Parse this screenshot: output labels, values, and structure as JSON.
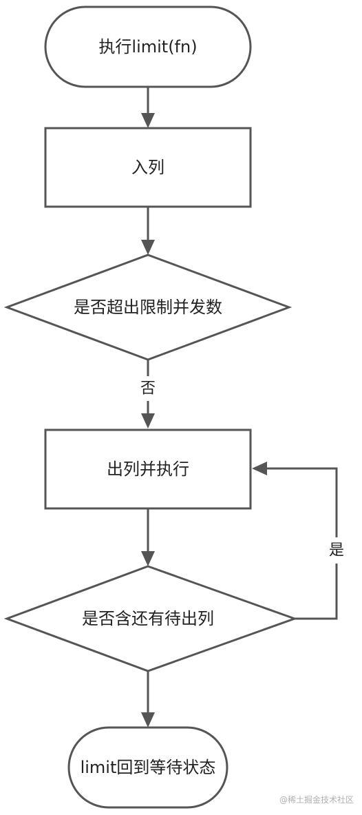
{
  "nodes": {
    "start": {
      "label": "执行limit(fn)"
    },
    "enqueue": {
      "label": "入列"
    },
    "check_limit": {
      "label": "是否超出限制并发数"
    },
    "dequeue_exec": {
      "label": "出列并执行"
    },
    "check_queue": {
      "label": "是否含还有待出列"
    },
    "end": {
      "label": "limit回到等待状态"
    }
  },
  "edges": {
    "no_label": "否",
    "yes_label": "是"
  },
  "watermark": "@稀土掘金技术社区",
  "colors": {
    "stroke": "#555555",
    "text": "#222222",
    "background": "#ffffff"
  }
}
